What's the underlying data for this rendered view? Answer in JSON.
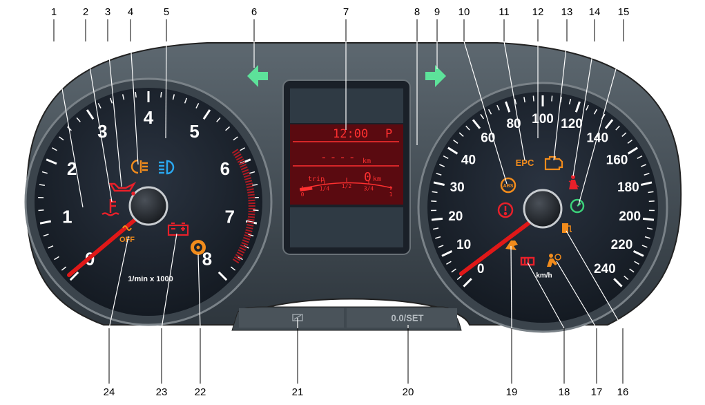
{
  "callouts_top": [
    "1",
    "2",
    "3",
    "4",
    "5",
    "6",
    "7",
    "8",
    "9",
    "10",
    "11",
    "12",
    "13",
    "14",
    "15"
  ],
  "callouts_bottom": [
    "24",
    "23",
    "22",
    "21",
    "20",
    "19",
    "18",
    "17",
    "16"
  ],
  "tachometer": {
    "labels": [
      "0",
      "1",
      "2",
      "3",
      "4",
      "5",
      "6",
      "7",
      "8"
    ],
    "unit": "1/min x 1000",
    "off_label": "OFF"
  },
  "speedometer": {
    "labels": [
      "0",
      "10",
      "20",
      "30",
      "40",
      "60",
      "80",
      "100",
      "120",
      "140",
      "160",
      "180",
      "200",
      "220",
      "240"
    ],
    "unit": "km/h",
    "epc_label": "EPC",
    "abs_label": "ABS"
  },
  "display": {
    "clock": "12:00",
    "gear": "P",
    "range_value": "----",
    "range_unit": "km",
    "trip_label": "trip",
    "trip_value": "0",
    "trip_unit": "km",
    "fuel_scale": [
      "0",
      "1/4",
      "1/2",
      "3/4",
      "1"
    ]
  },
  "buttons": {
    "reset_label": "0.0/SET"
  },
  "colors": {
    "red": "#e8202a",
    "orange": "#f28c1c",
    "green": "#3cd27a",
    "blue": "#2aa8f0",
    "arrow": "#5de29a"
  }
}
